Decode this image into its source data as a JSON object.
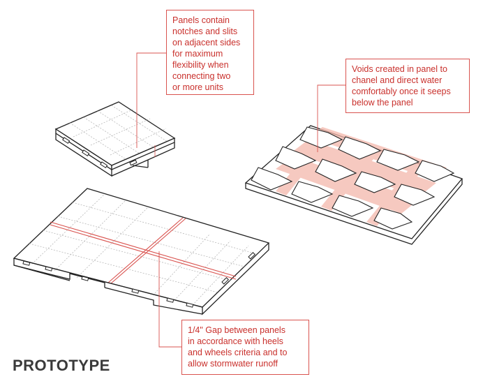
{
  "callouts": {
    "notches": "Panels contain\nnotches and slits\non adjacent sides\nfor maximum\nflexibility when\nconnecting two\nor more units",
    "voids": "Voids created in panel to\nchanel and direct water\ncomfortably once it seeps\nbelow the panel",
    "gap": "1/4\" Gap between panels\nin accordance with heels\nand wheels criteria and to\nallow stormwater runoff"
  },
  "page_label": "PROTOTYPE",
  "colors": {
    "accent": "#d9534f",
    "accent_fill": "#f4b8ac",
    "line": "#222222",
    "hidden_line": "#b5b5b5",
    "label": "#3a3a3a"
  }
}
